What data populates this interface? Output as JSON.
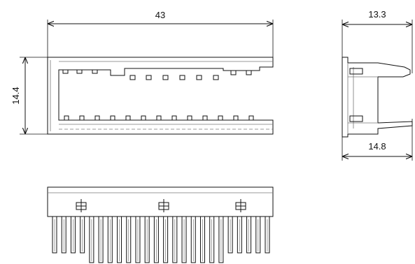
{
  "dimensions": {
    "front_width": "43",
    "front_height": "14.4",
    "side_top_width": "13.3",
    "side_bottom_width": "14.8"
  },
  "colors": {
    "line": "#111111",
    "light_line": "#777777",
    "background": "#ffffff"
  }
}
